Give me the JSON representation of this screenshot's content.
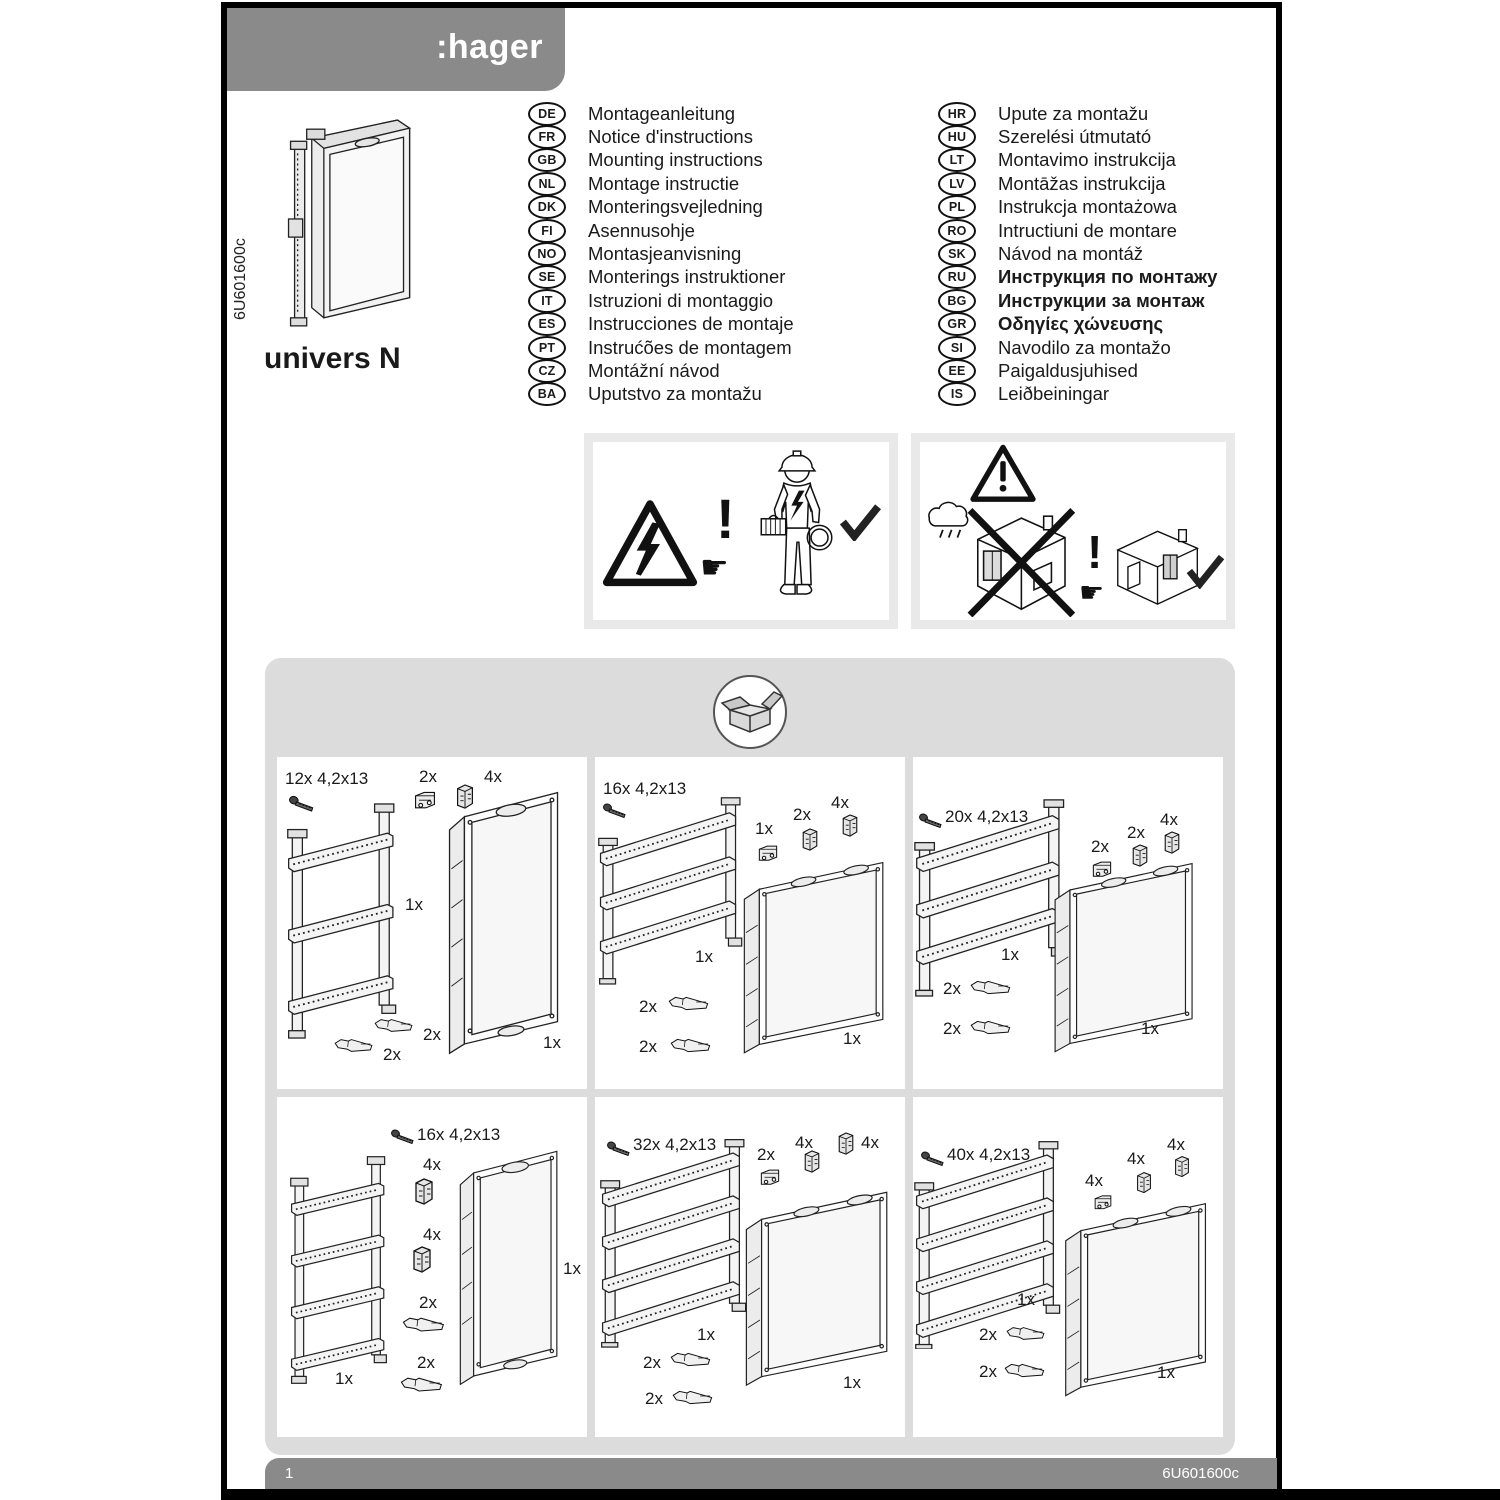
{
  "header": {
    "logo": ":hager"
  },
  "product": {
    "code_vertical": "6U601600c",
    "name": "univers N"
  },
  "languages": {
    "left": [
      {
        "code": "DE",
        "label": "Montageanleitung"
      },
      {
        "code": "FR",
        "label": "Notice d'instructions"
      },
      {
        "code": "GB",
        "label": "Mounting instructions"
      },
      {
        "code": "NL",
        "label": "Montage instructie"
      },
      {
        "code": "DK",
        "label": "Monteringsvejledning"
      },
      {
        "code": "FI",
        "label": "Asennusohje"
      },
      {
        "code": "NO",
        "label": "Montasjeanvisning"
      },
      {
        "code": "SE",
        "label": "Monterings instruktioner"
      },
      {
        "code": "IT",
        "label": "Istruzioni di montaggio"
      },
      {
        "code": "ES",
        "label": "Instrucciones de montaje"
      },
      {
        "code": "PT",
        "label": "Instrućões de montagem"
      },
      {
        "code": "CZ",
        "label": "Montážní návod"
      },
      {
        "code": "BA",
        "label": "Uputstvo za montažu"
      }
    ],
    "right": [
      {
        "code": "HR",
        "label": "Upute za montažu"
      },
      {
        "code": "HU",
        "label": "Szerelési útmutató"
      },
      {
        "code": "LT",
        "label": "Montavimo instrukcija"
      },
      {
        "code": "LV",
        "label": "Montāžas instrukcija"
      },
      {
        "code": "PL",
        "label": "Instrukcja montażowa"
      },
      {
        "code": "RO",
        "label": "Intructiuni de montare"
      },
      {
        "code": "SK",
        "label": "Návod na montáž"
      },
      {
        "code": "RU",
        "label": "Инструкция по монтажу"
      },
      {
        "code": "BG",
        "label": "Инструкции за монтаж"
      },
      {
        "code": "GR",
        "label": "Οδηγίες χώνευσης"
      },
      {
        "code": "SI",
        "label": "Navodilo za montažo"
      },
      {
        "code": "EE",
        "label": "Paigaldusjuhised"
      },
      {
        "code": "IS",
        "label": "Leiðbeiningar"
      }
    ]
  },
  "safety": {
    "icons": [
      "electric-hazard-triangle",
      "exclamation",
      "pointing-hand",
      "electrician-ok",
      "warning-triangle",
      "rain-cloud",
      "outdoor-mounting-crossed",
      "indoor-mounting-ok",
      "checkmark"
    ]
  },
  "parts": {
    "unbox_icon": "open-box",
    "kits": [
      {
        "screws": "12x 4,2x13",
        "small_parts": [
          "2x",
          "4x"
        ],
        "frame_count": "1x",
        "connector_counts": [
          "2x",
          "2x"
        ],
        "cover_count": "1x"
      },
      {
        "screws": "16x 4,2x13",
        "small_parts": [
          "1x",
          "2x",
          "4x"
        ],
        "frame_count": "1x",
        "connector_counts": [
          "2x",
          "2x"
        ],
        "cover_count": "1x"
      },
      {
        "screws": "20x 4,2x13",
        "small_parts": [
          "2x",
          "2x",
          "4x"
        ],
        "frame_count": "1x",
        "connector_counts": [
          "2x",
          "2x"
        ],
        "cover_count": "1x"
      },
      {
        "screws": "16x 4,2x13",
        "small_parts": [
          "4x",
          "4x"
        ],
        "frame_count": "1x",
        "connector_counts": [
          "2x",
          "2x"
        ],
        "cover_count": "1x"
      },
      {
        "screws": "32x 4,2x13",
        "small_parts": [
          "2x",
          "4x",
          "4x"
        ],
        "frame_count": "1x",
        "connector_counts": [
          "2x",
          "2x"
        ],
        "cover_count": "1x"
      },
      {
        "screws": "40x 4,2x13",
        "small_parts": [
          "4x",
          "4x",
          "4x"
        ],
        "frame_count": "1x",
        "connector_counts": [
          "2x",
          "2x"
        ],
        "cover_count": "1x"
      }
    ]
  },
  "footer": {
    "page_number": "1",
    "doc_code": "6U601600c"
  },
  "colors": {
    "header_gray": "#8a8a8a",
    "panel_gray": "#dcdcdc",
    "footer_gray": "#8a8a8a",
    "ink": "#1a1a1a"
  }
}
